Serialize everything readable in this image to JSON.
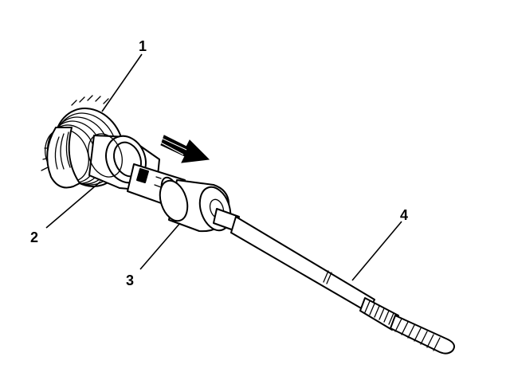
{
  "callouts": [
    {
      "id": "1",
      "label": "1"
    },
    {
      "id": "2",
      "label": "2"
    },
    {
      "id": "3",
      "label": "3"
    },
    {
      "id": "4",
      "label": "4"
    }
  ],
  "colors": {
    "ink": "#000000",
    "paper": "#ffffff"
  },
  "icons": {
    "direction_arrow": "arrow-right-down-icon"
  }
}
